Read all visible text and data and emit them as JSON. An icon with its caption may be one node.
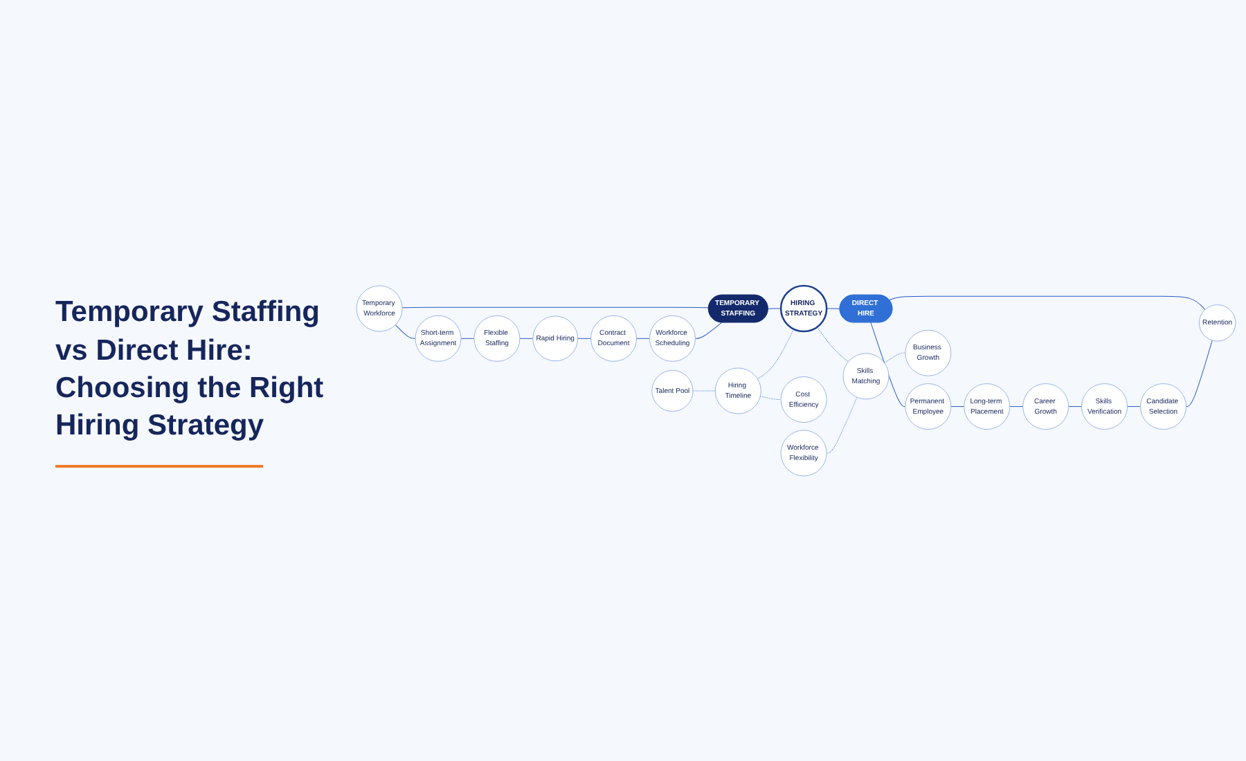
{
  "diagram": {
    "title": "Temporary Staffing vs Direct Hire: Choosing the Right Hiring Strategy",
    "nodes": [
      {
        "text": [
          "HIRING STRATEGY"
        ]
      },
      {
        "text": [
          "TEMPORARY STAFFING"
        ]
      },
      {
        "text": [
          "DIRECT HIRE"
        ]
      },
      {
        "text": [
          "Talent Pool"
        ]
      },
      {
        "text": [
          "Hiring Timeline"
        ]
      },
      {
        "text": [
          "Cost Efficiency"
        ]
      },
      {
        "text": [
          "Temporary Workforce"
        ]
      },
      {
        "text": [
          "Short-term Assignment"
        ]
      },
      {
        "text": [
          "Flexible Staffing"
        ]
      },
      {
        "text": [
          "Rapid Hiring"
        ]
      },
      {
        "text": [
          "Contract Document"
        ]
      },
      {
        "text": [
          "Workforce Scheduling"
        ]
      },
      {
        "text": [
          "Permanent Employee"
        ]
      },
      {
        "text": [
          "Long-term Placement"
        ]
      },
      {
        "text": [
          "Career Growth"
        ]
      },
      {
        "text": [
          "Skills Verification"
        ]
      },
      {
        "text": [
          "Candidate Selection"
        ]
      },
      {
        "text": [
          "Retention"
        ]
      },
      {
        "text": [
          "Workforce Flexibility"
        ]
      },
      {
        "text": [
          "Skills Matching"
        ]
      },
      {
        "text": [
          "Business Growth"
        ]
      }
    ],
    "edges": [
      {
        "from": 1,
        "to": 0,
        "arrow": "none"
      },
      {
        "from": 0,
        "to": 2,
        "arrow": "none"
      },
      {
        "from": 4,
        "to": 0,
        "arrow": "none",
        "style": "dashed"
      },
      {
        "from": 3,
        "to": 4,
        "arrow": "none",
        "style": "dashed"
      },
      {
        "from": 4,
        "to": 5,
        "arrow": "none",
        "style": "dashed"
      },
      {
        "from": 0,
        "to": 19,
        "arrow": "none",
        "style": "dashed"
      },
      {
        "from": 18,
        "to": 19,
        "arrow": "none",
        "style": "dashed"
      },
      {
        "from": 19,
        "to": 20,
        "arrow": "none",
        "style": "dashed"
      },
      {
        "from": 6,
        "to": 1,
        "arrow": "none"
      },
      {
        "from": 11,
        "to": 1,
        "arrow": "none"
      },
      {
        "from": 6,
        "to": 7,
        "arrow": "none"
      },
      {
        "from": 7,
        "to": 8,
        "arrow": "none"
      },
      {
        "from": 8,
        "to": 9,
        "arrow": "none"
      },
      {
        "from": 9,
        "to": 10,
        "arrow": "none"
      },
      {
        "from": 10,
        "to": 11,
        "arrow": "none"
      },
      {
        "from": 2,
        "to": 12,
        "arrow": "none"
      },
      {
        "from": 2,
        "to": 17,
        "arrow": "none"
      },
      {
        "from": 12,
        "to": 13,
        "arrow": "none"
      },
      {
        "from": 13,
        "to": 14,
        "arrow": "none"
      },
      {
        "from": 14,
        "to": 15,
        "arrow": "none"
      },
      {
        "from": 15,
        "to": 16,
        "arrow": "none"
      },
      {
        "from": 16,
        "to": 17,
        "arrow": "none"
      }
    ]
  }
}
